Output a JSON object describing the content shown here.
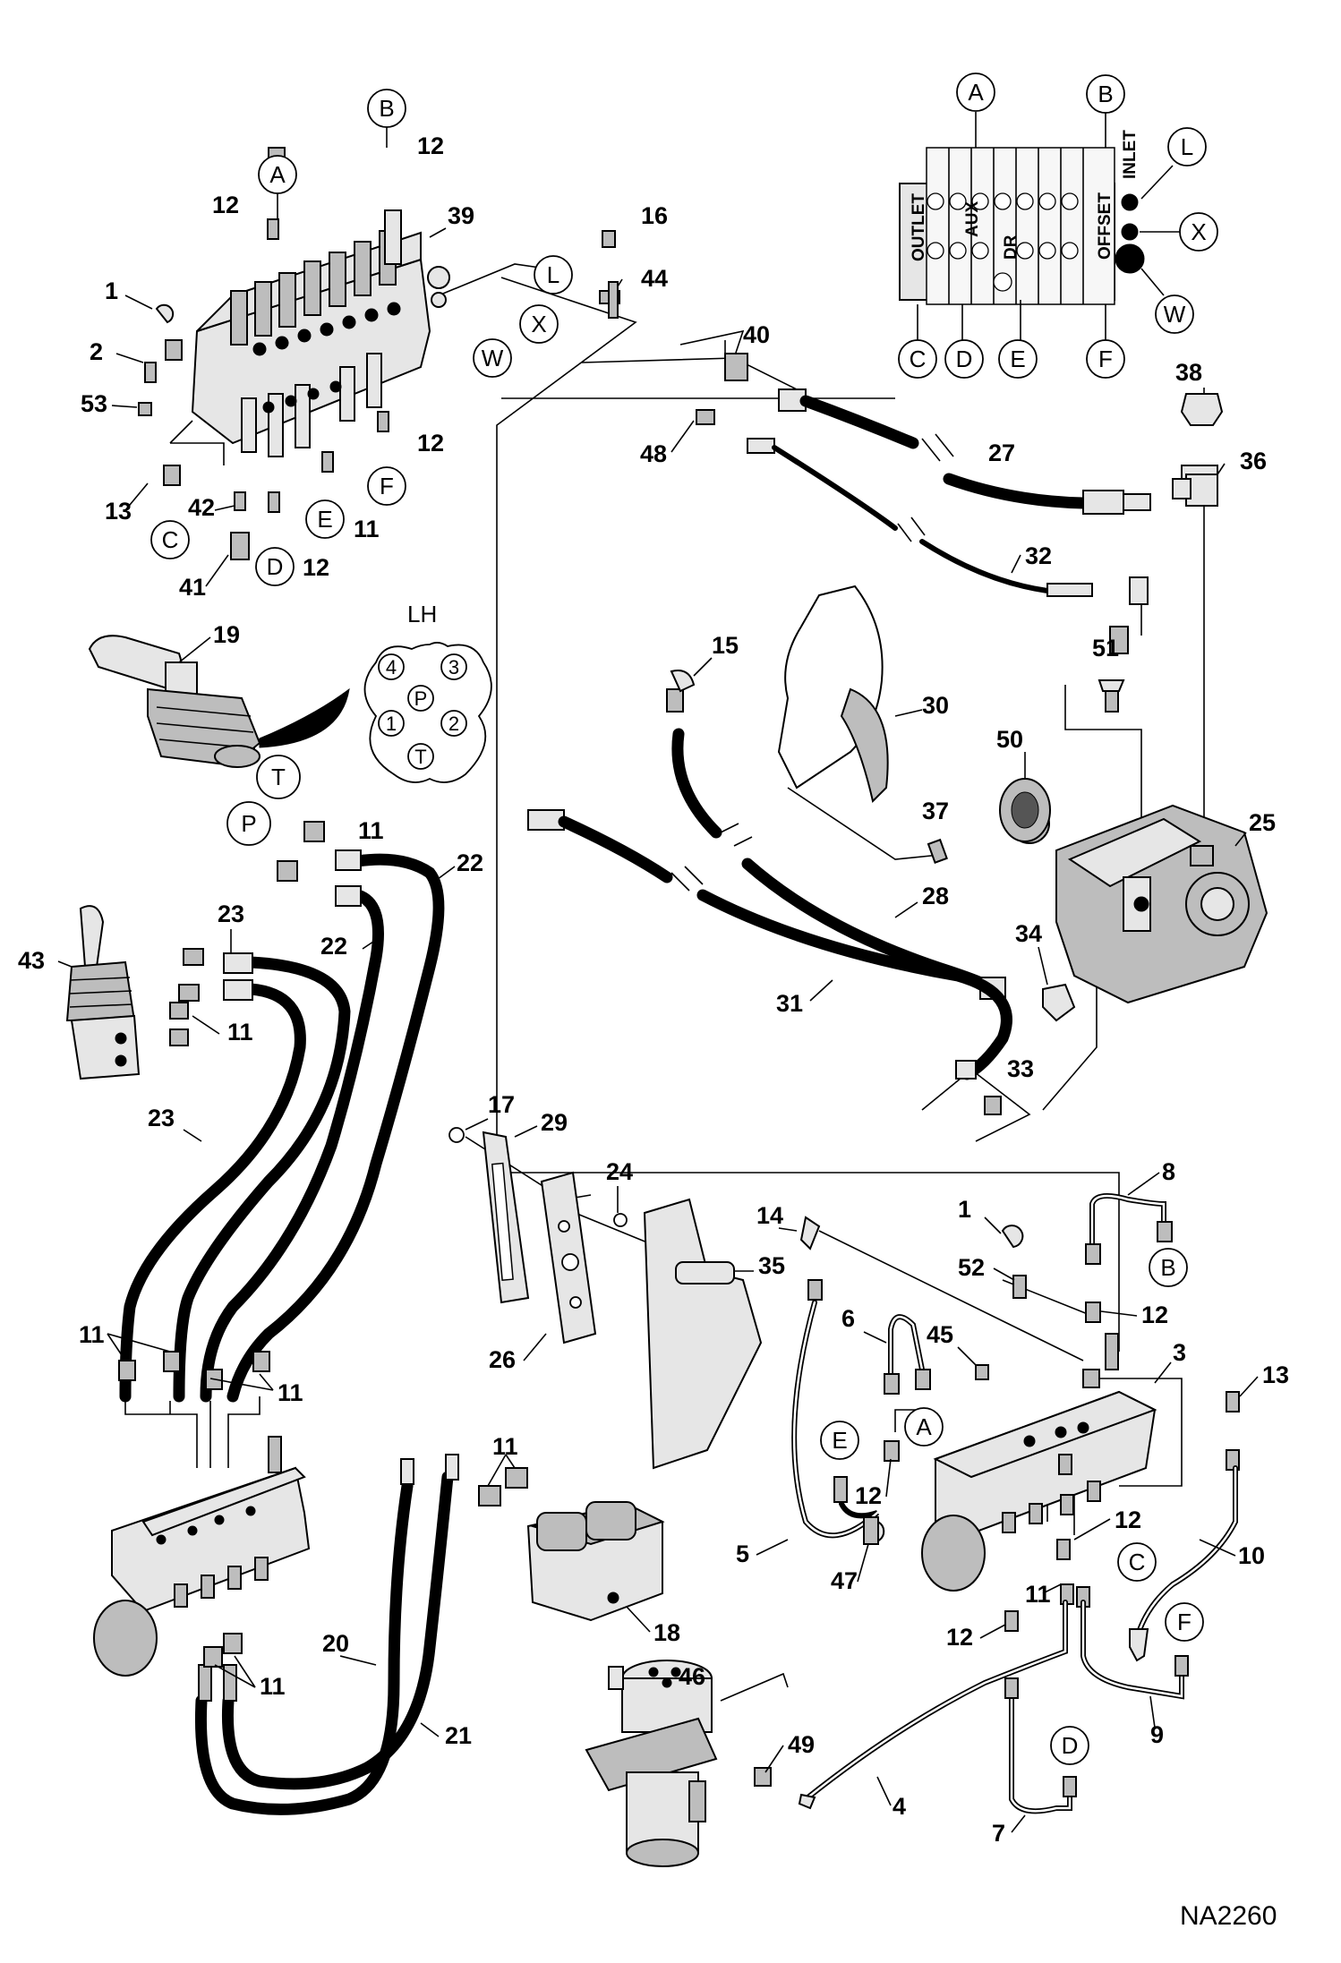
{
  "figure_code": "NA2260",
  "port_diagram": {
    "title": "LH",
    "ports": [
      "4",
      "3",
      "P",
      "1",
      "2",
      "T"
    ]
  },
  "valve_inset": {
    "labels": [
      "OUTLET",
      "AUX",
      "DR",
      "OFFSET",
      "INLET"
    ]
  },
  "callout_letters": [
    "A",
    "B",
    "C",
    "D",
    "E",
    "F",
    "L",
    "X",
    "W",
    "P",
    "T"
  ],
  "part_numbers": [
    "1",
    "2",
    "3",
    "4",
    "5",
    "6",
    "7",
    "8",
    "9",
    "10",
    "11",
    "12",
    "13",
    "14",
    "15",
    "16",
    "17",
    "18",
    "19",
    "20",
    "21",
    "22",
    "23",
    "24",
    "25",
    "26",
    "27",
    "28",
    "29",
    "30",
    "31",
    "32",
    "33",
    "34",
    "35",
    "36",
    "37",
    "38",
    "39",
    "40",
    "41",
    "42",
    "43",
    "44",
    "45",
    "46",
    "47",
    "48",
    "49",
    "50",
    "51",
    "52",
    "53"
  ],
  "colors": {
    "line": "#000000",
    "fill": "#e6e6e6",
    "background": "#ffffff"
  }
}
